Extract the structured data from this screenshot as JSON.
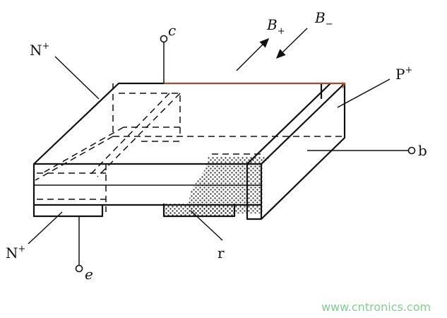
{
  "labels": {
    "c": "c",
    "b": "b",
    "e": "e",
    "r": "r",
    "n_top": {
      "base": "N",
      "sup": "+"
    },
    "n_bottom": {
      "base": "N",
      "sup": "+"
    },
    "p": {
      "base": "P",
      "sup": "+"
    },
    "b_plus": {
      "base": "B",
      "sub": "+"
    },
    "b_minus": {
      "base": "B",
      "sub": "−"
    }
  },
  "watermark": "www.cntronics.com",
  "colors": {
    "ink": "#111111",
    "highlight": "#c8663a",
    "watermark": "#7fd08f"
  }
}
